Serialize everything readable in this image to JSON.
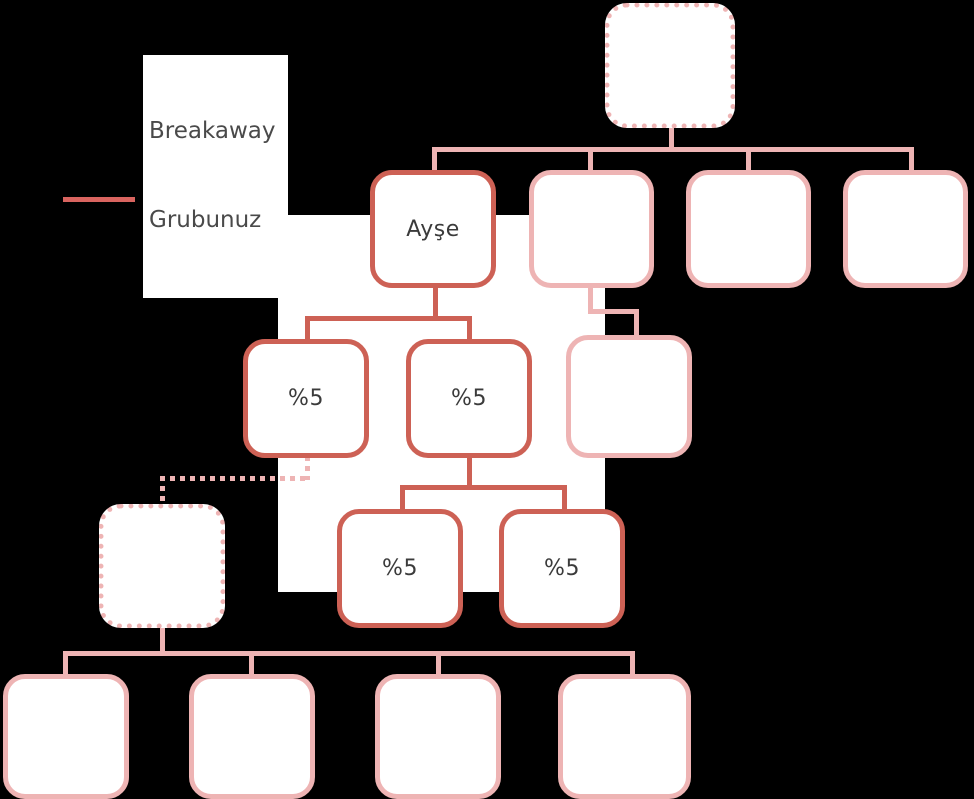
{
  "diagram": {
    "title": "Breakaway Grubunuz",
    "colors": {
      "background": "#000000",
      "panel": "#ffffff",
      "node_fill": "#ffffff",
      "light_border": "#eeb4b4",
      "dark_border": "#cd6155",
      "legend_line": "#d9645f",
      "label_text": "#3b3b3b"
    }
  },
  "legend": {
    "line_1": "Breakaway",
    "line_2": "Grubunuz",
    "swatch_name": "legend-line-swatch"
  },
  "nodes": {
    "root": {
      "label": ""
    },
    "row2": [
      {
        "label": "Ayşe"
      },
      {
        "label": ""
      },
      {
        "label": ""
      },
      {
        "label": ""
      }
    ],
    "row3": [
      {
        "label": "%5"
      },
      {
        "label": "%5"
      },
      {
        "label": ""
      }
    ],
    "row4": [
      {
        "label": "%5"
      },
      {
        "label": "%5"
      }
    ],
    "breakaway": {
      "label": ""
    },
    "row5": [
      {
        "label": ""
      },
      {
        "label": ""
      },
      {
        "label": ""
      },
      {
        "label": ""
      }
    ]
  }
}
